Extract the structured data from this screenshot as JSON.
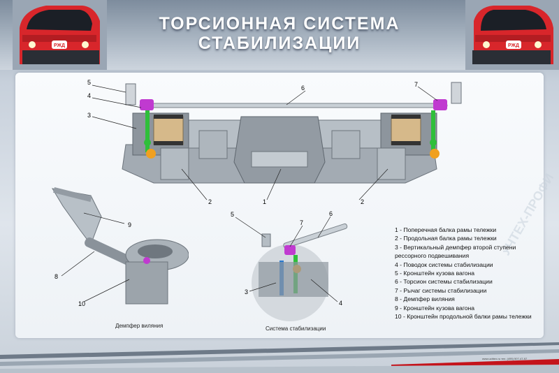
{
  "title": {
    "line1": "ТОРСИОННАЯ СИСТЕМА",
    "line2": "СТАБИЛИЗАЦИИ"
  },
  "train_logo_text": "РЖД",
  "main_callouts": [
    "5",
    "4",
    "3",
    "6",
    "7",
    "2",
    "1",
    "2"
  ],
  "damper_callouts": [
    "9",
    "8",
    "10"
  ],
  "stabilizer_callouts": [
    "5",
    "7",
    "6",
    "3",
    "4"
  ],
  "captions": {
    "damper": "Демпфер виляния",
    "stabilizer": "Система стабилизации"
  },
  "legend": [
    "1 - Поперечная балка рамы тележки",
    "2 - Продольная балка рамы тележки",
    "3 - Вертикальный демпфер второй ступени",
    "рессорного подвешивания",
    "4 - Поводок системы стабилизации",
    "5 - Кронштейн кузова вагона",
    "6 - Торсион системы стабилизации",
    "7 - Рычаг системы стабилизации",
    "8 - Демпфер виляния",
    "9 - Кронштейн кузова вагона",
    "10 - Кронштейн продольной балки рамы тележки"
  ],
  "watermark": "УЧТЕХ-ПРОФИ",
  "footer_text": "www.uchtex.ru   тел. (495) 507-47-97",
  "colors": {
    "train_red": "#d8262b",
    "frame_gray": "#9aa3ab",
    "magenta": "#c03ad0",
    "green": "#2fbf3a",
    "orange": "#f0a020",
    "footer_red": "#c4141b"
  }
}
